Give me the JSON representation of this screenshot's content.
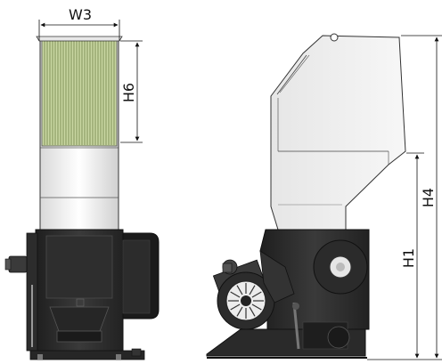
{
  "dimensions": {
    "w3": "W3",
    "h6": "H6",
    "h4": "H4",
    "h1": "H1"
  },
  "colors": {
    "machine_body": "#2a2a2a",
    "hopper_fill": "#f2f2f2",
    "grille_fill": "#c9d7a2",
    "outline": "#222222"
  }
}
